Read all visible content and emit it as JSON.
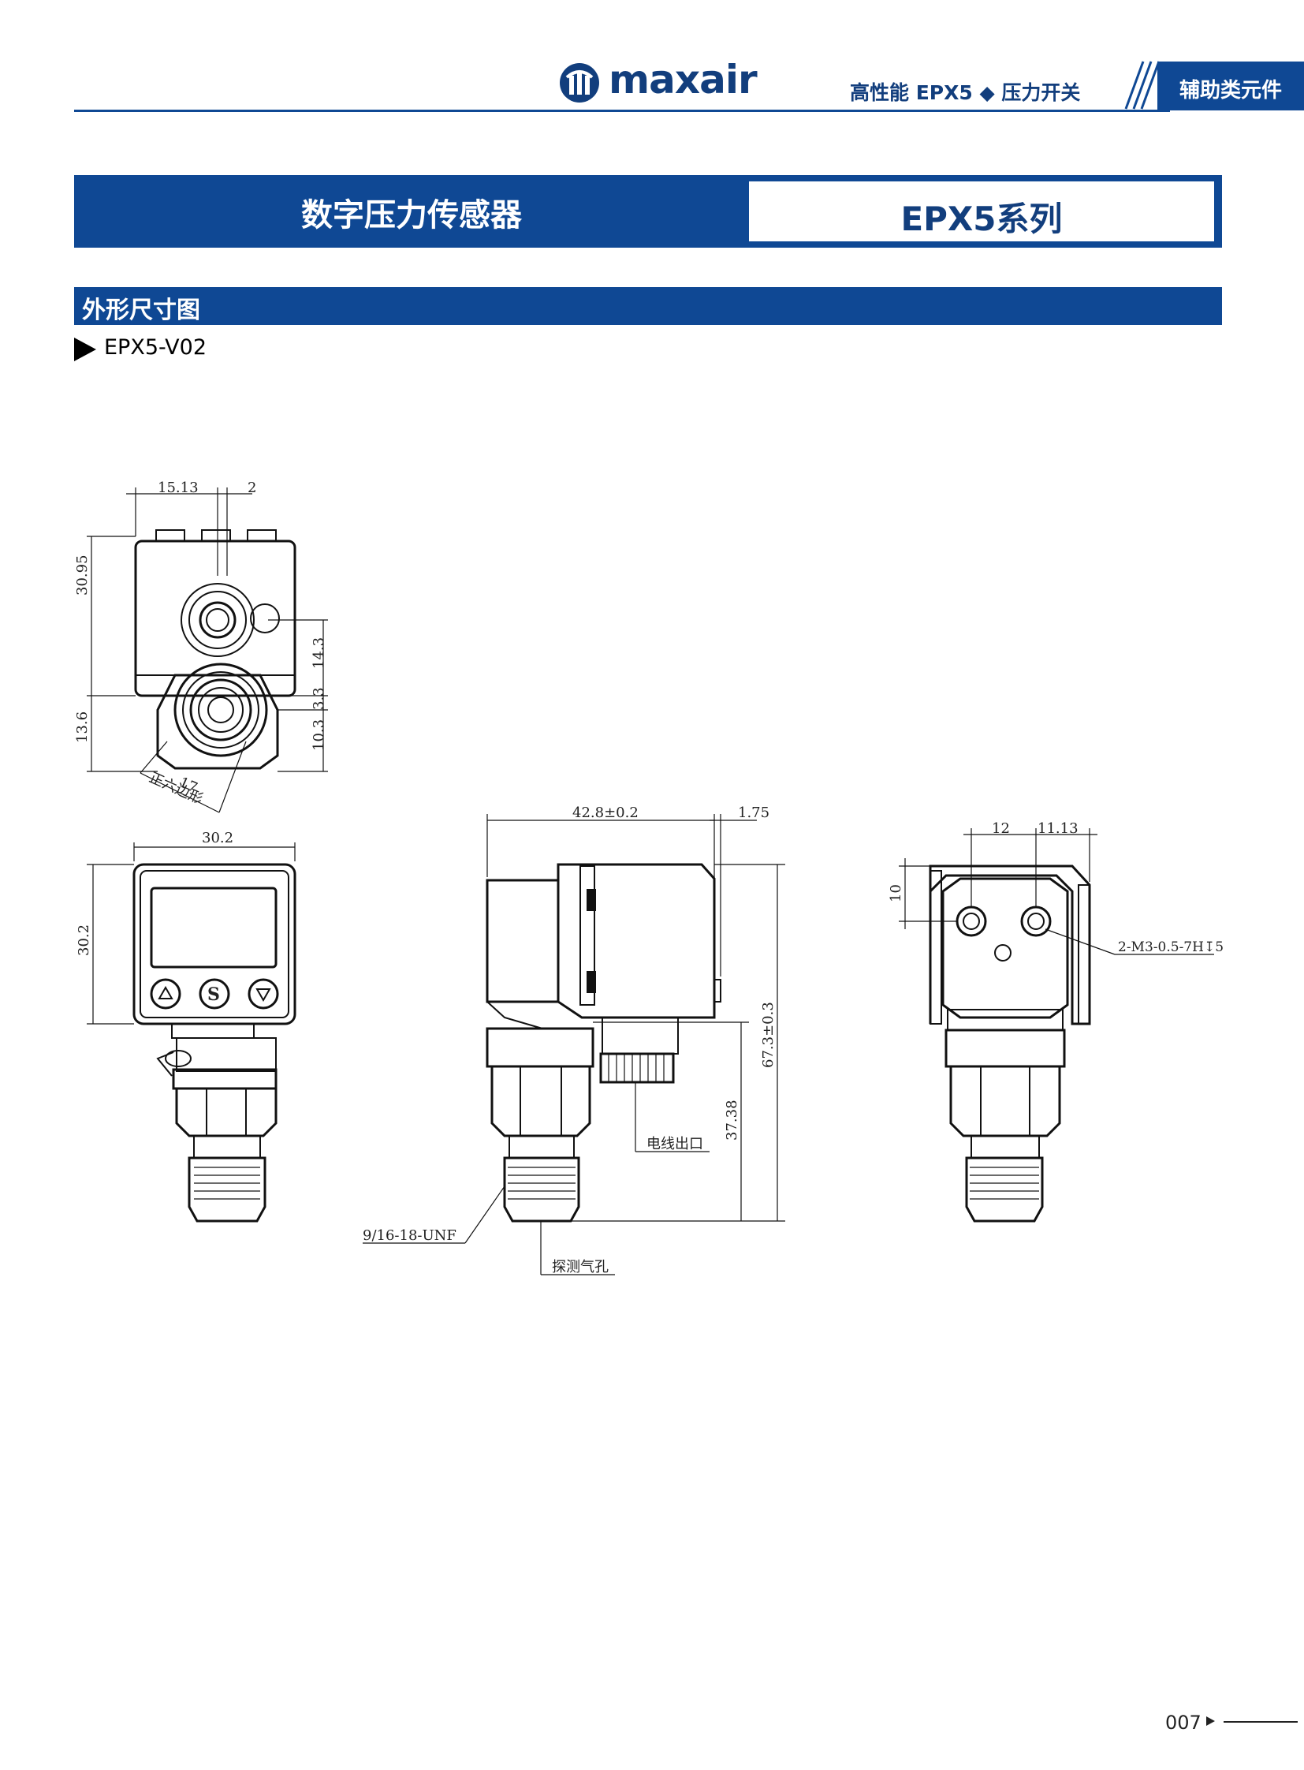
{
  "header": {
    "brand": "maxair",
    "category": "高性能  EPX5 ◆ 压力开关",
    "tab": "辅助类元件"
  },
  "title": {
    "product_name": "数字压力传感器",
    "series": "EPX5系列"
  },
  "section": {
    "heading": "外形尺寸图",
    "model": "EPX5-V02"
  },
  "drawing": {
    "top_view": {
      "dim_width": "15.13",
      "dim_offset": "2",
      "dim_height": "30.95",
      "dim_lower": "13.6",
      "dim_right_a": "14.3",
      "dim_right_b": "3.3",
      "dim_right_c": "10.3",
      "hex_size": "17",
      "hex_note": "正六边形"
    },
    "front_view": {
      "dim_width": "30.2",
      "dim_height": "30.2",
      "buttons": [
        "up-icon",
        "set-icon",
        "down-icon"
      ],
      "set_label": "S"
    },
    "side_view": {
      "dim_length": "42.8±0.2",
      "dim_small": "1.75",
      "dim_total": "67.3±0.3",
      "dim_body": "37.38",
      "wire_outlet": "电线出口",
      "thread": "9/16-18-UNF",
      "sensing_hole": "探测气孔"
    },
    "back_view": {
      "dim_a": "12",
      "dim_b": "11.13",
      "dim_c": "10",
      "thread_note": "2-M3-0.5-7H↧5"
    }
  },
  "footer": {
    "page": "007"
  },
  "colors": {
    "brand_blue": "#0f4894",
    "text_blue": "#123e7d"
  }
}
